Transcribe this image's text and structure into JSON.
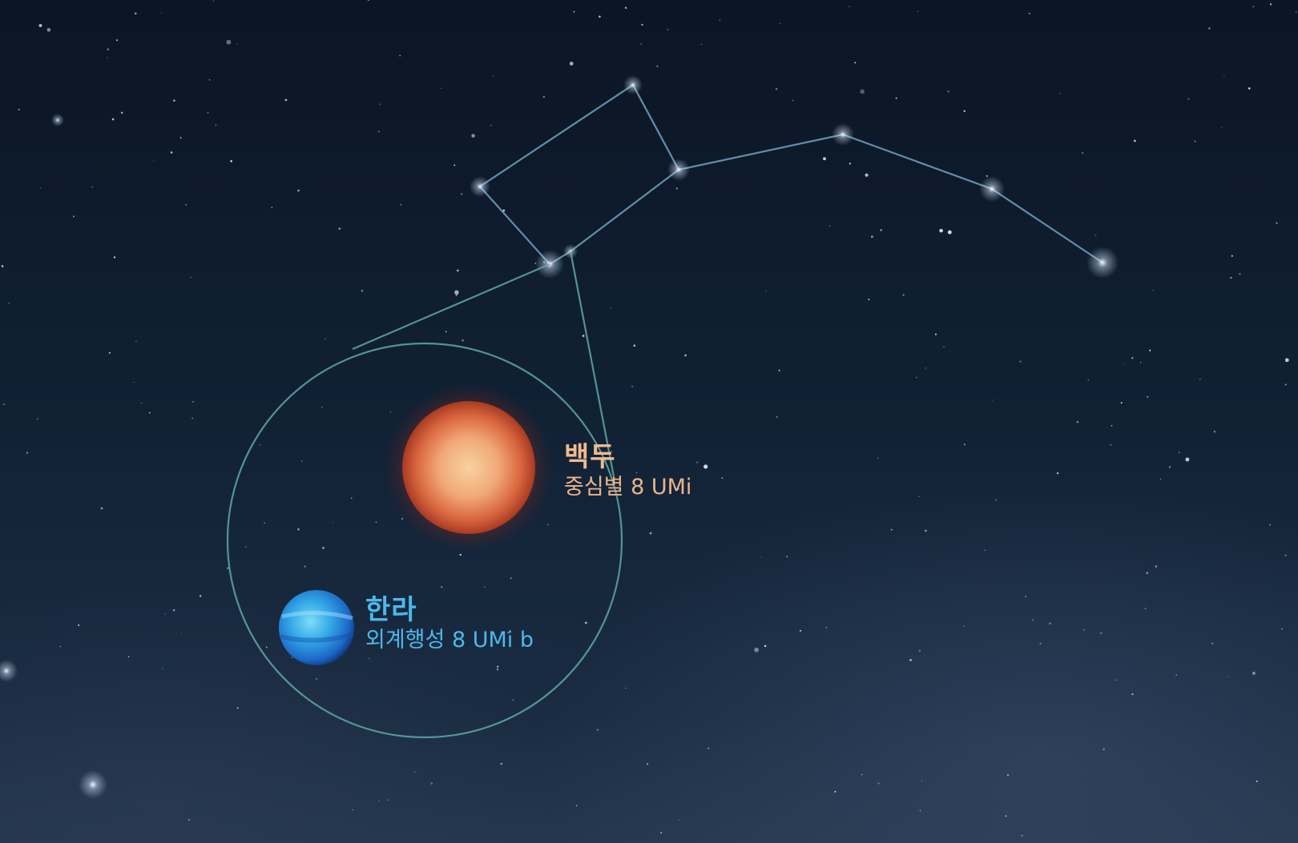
{
  "star": {
    "name": "백두",
    "designation": "중심별 8 UMi",
    "color": "#f2b98f"
  },
  "planet": {
    "name": "한라",
    "designation": "외계행성 8 UMi b",
    "color": "#4db8ea"
  },
  "colors": {
    "constellation_line": "#7fb6d6",
    "callout": "#5fa8a4",
    "star_core": "#f6c48e",
    "star_edge": "#c8482a",
    "planet_core": "#4fc6f0",
    "planet_edge": "#1a5fbf"
  }
}
